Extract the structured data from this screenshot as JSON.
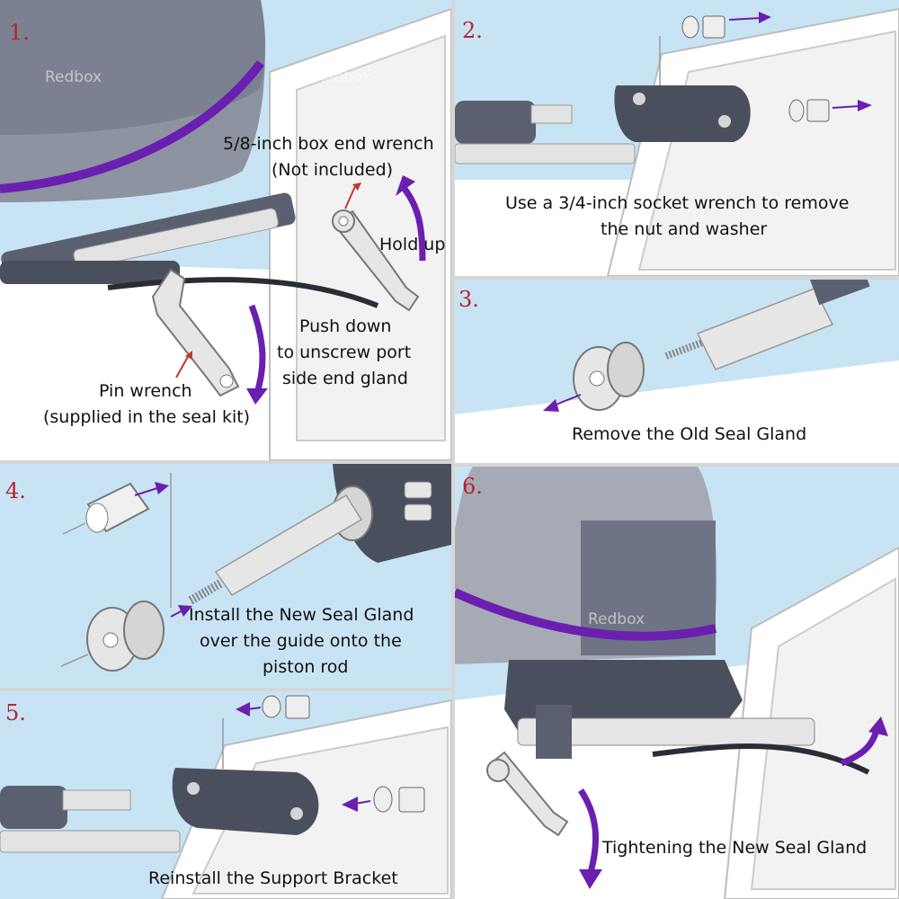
{
  "watermark": "Redbox",
  "colors": {
    "accent_purple": "#6a1fb0",
    "step_red": "#b5242c",
    "sky_blue": "#c8e4f4",
    "motor_gray": "#8d93a1",
    "dark_gray": "#4a4f5e",
    "metal_light": "#e6e6e6"
  },
  "steps": [
    {
      "number": "1.",
      "labels": {
        "wrench_line1": "5/8-inch box end wrench",
        "wrench_line2": "(Not included)",
        "hold": "Hold up",
        "push_line1": "Push down",
        "push_line2": "to unscrew port",
        "push_line3": "side end gland",
        "pin_line1": "Pin wrench",
        "pin_line2": "(supplied in the seal kit)"
      }
    },
    {
      "number": "2.",
      "caption_line1": "Use a 3/4-inch socket wrench to remove",
      "caption_line2": "the nut and washer"
    },
    {
      "number": "3.",
      "caption": "Remove the Old Seal Gland"
    },
    {
      "number": "4.",
      "caption_line1": "Install the New Seal Gland",
      "caption_line2": "over the guide onto the",
      "caption_line3": "piston rod"
    },
    {
      "number": "5.",
      "caption": "Reinstall the Support Bracket"
    },
    {
      "number": "6.",
      "caption": "Tightening the New Seal Gland"
    }
  ]
}
